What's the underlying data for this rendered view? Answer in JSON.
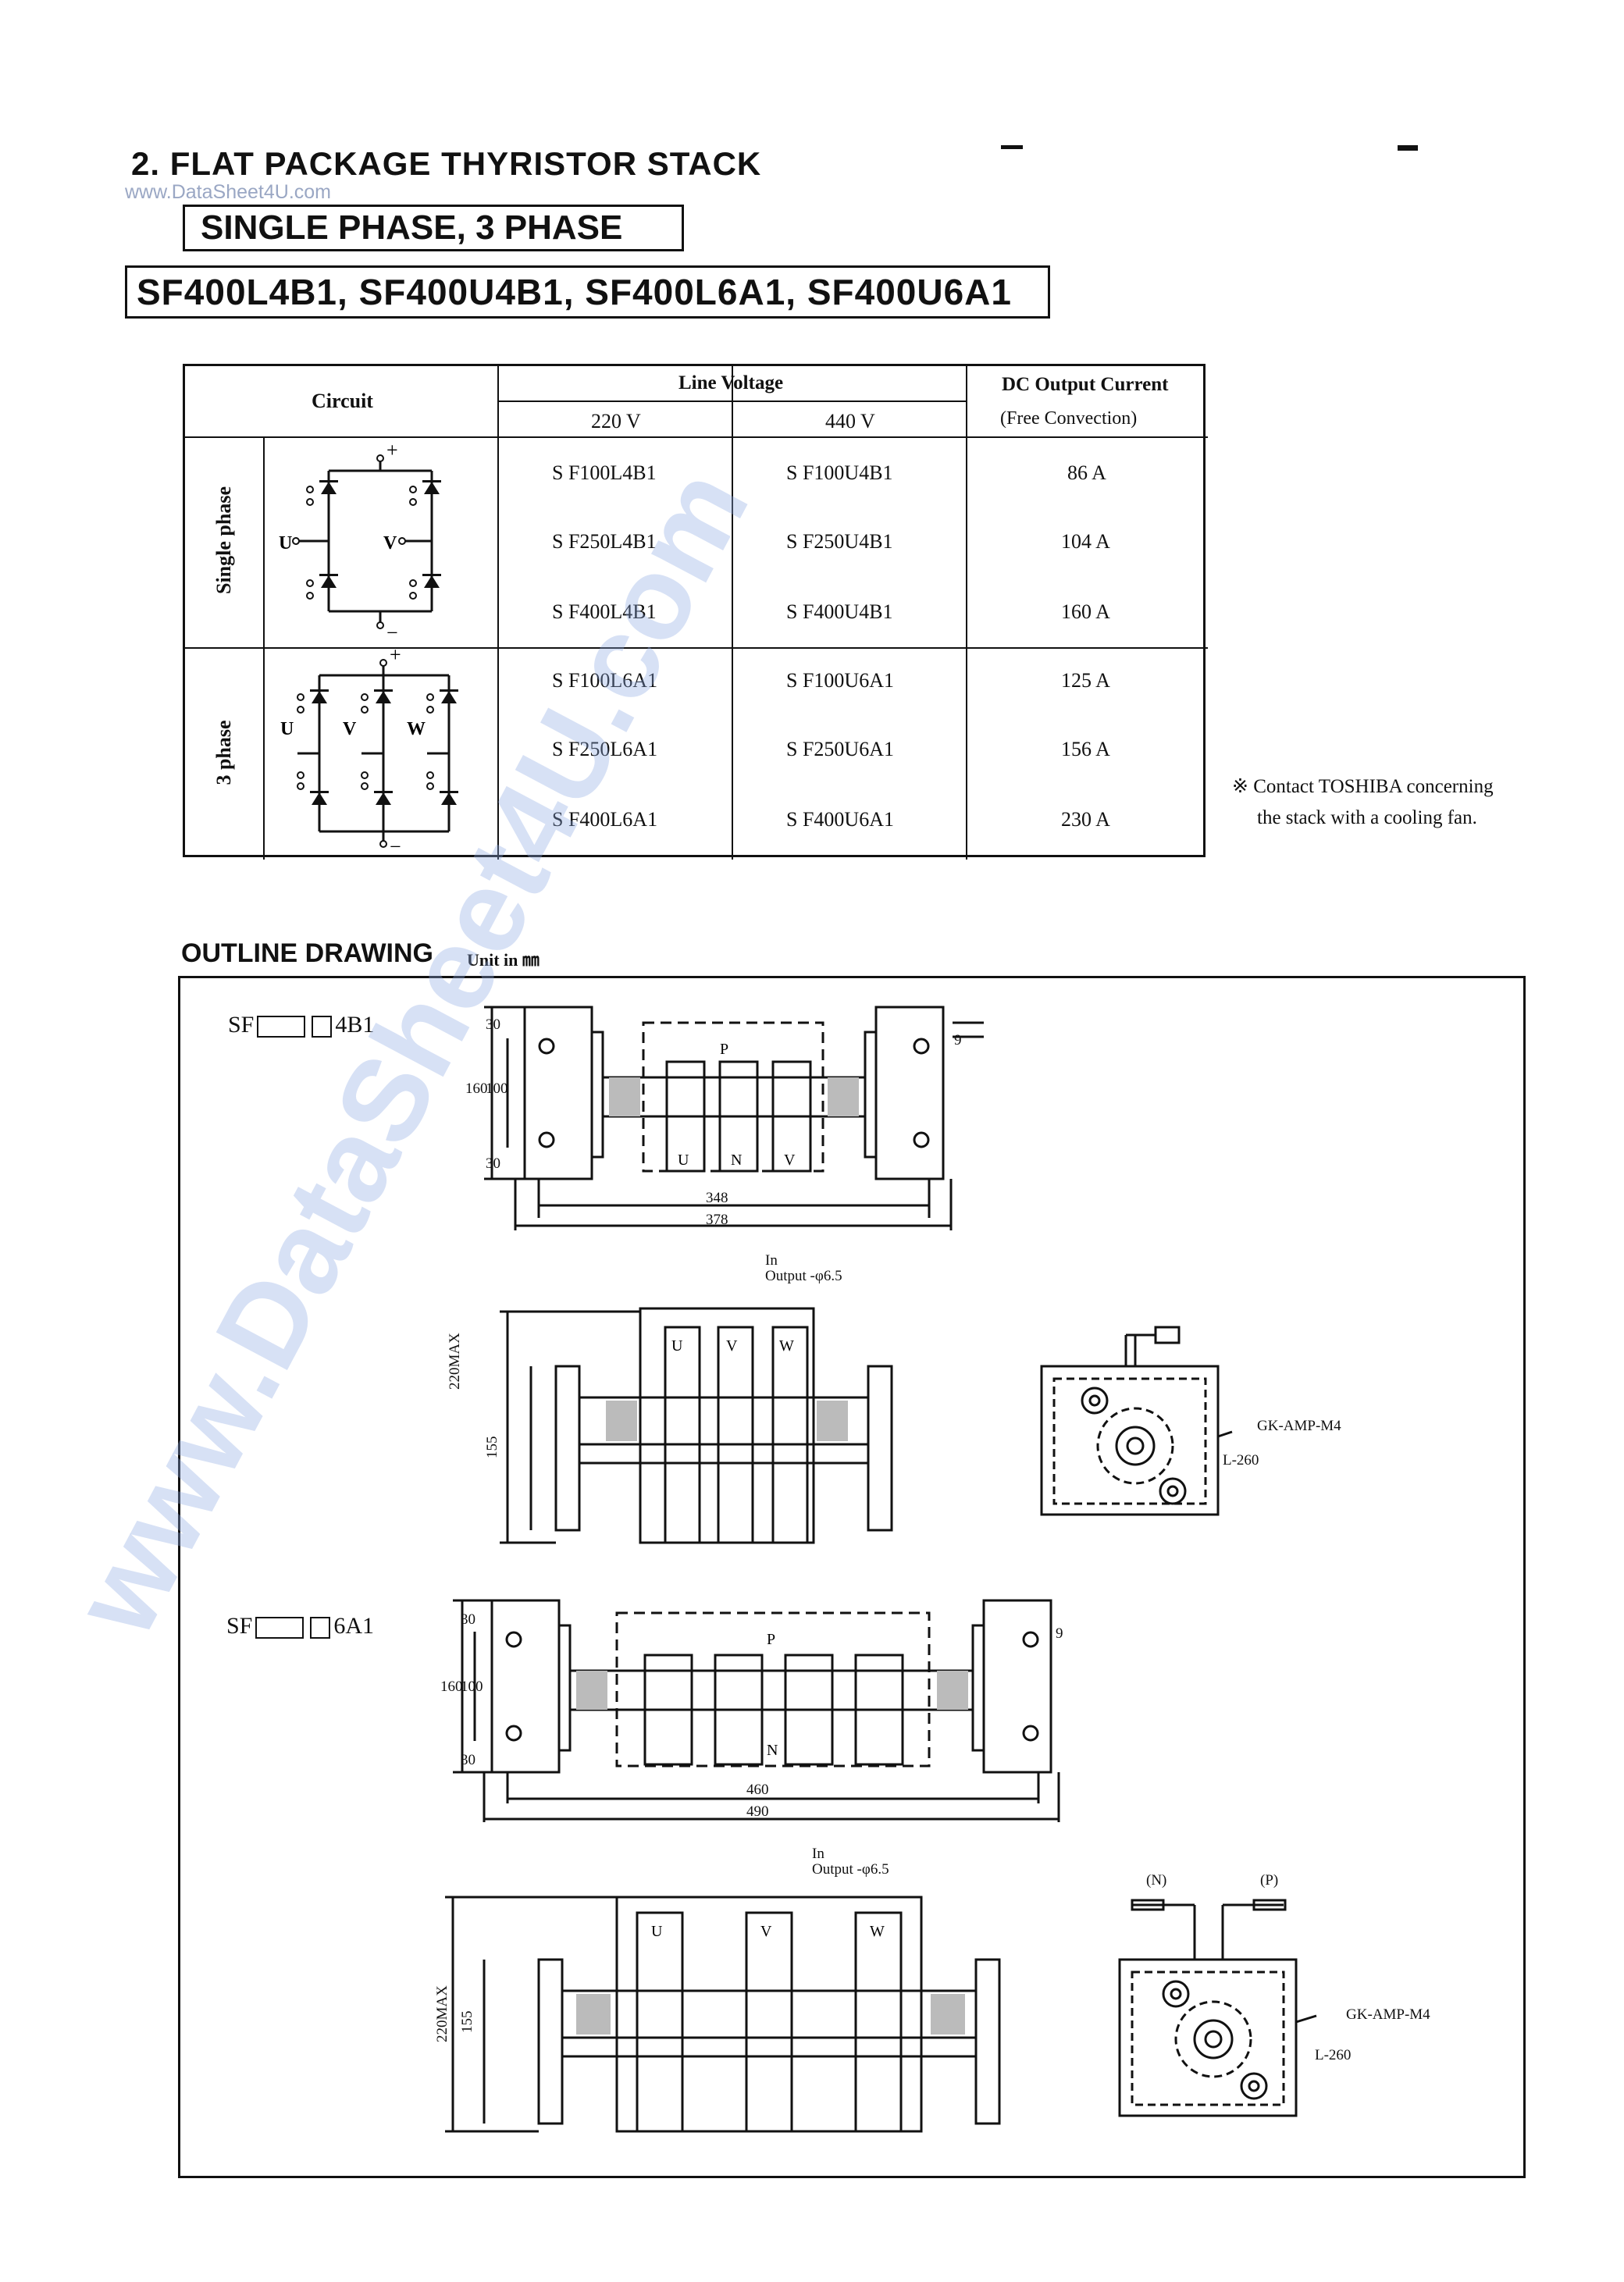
{
  "section": {
    "title": "2.  FLAT PACKAGE THYRISTOR STACK",
    "watermark": "www.DataSheet4U.com"
  },
  "phase_box": "SINGLE PHASE, 3 PHASE",
  "models_box": "SF400L4B1,  SF400U4B1, SF400L6A1,   SF400U6A1",
  "table": {
    "circuit_header": "Circuit",
    "line_voltage_header": "Line Voltage",
    "v220": "220 V",
    "v440": "440 V",
    "dc_header": "DC Output Current",
    "dc_sub": "(Free Convection)",
    "single_label": "Single phase",
    "three_label": "3 phase",
    "single_rows": [
      {
        "a": "S F100L4B1",
        "b": "S F100U4B1",
        "c": "86 A"
      },
      {
        "a": "S F250L4B1",
        "b": "S F250U4B1",
        "c": "104 A"
      },
      {
        "a": "S F400L4B1",
        "b": "S F400U4B1",
        "c": "160 A"
      }
    ],
    "three_rows": [
      {
        "a": "S F100L6A1",
        "b": "S F100U6A1",
        "c": "125 A"
      },
      {
        "a": "S F250L6A1",
        "b": "S F250U6A1",
        "c": "156 A"
      },
      {
        "a": "S F400L6A1",
        "b": "S F400U6A1",
        "c": "230 A"
      }
    ],
    "plus": "+",
    "minus": "−",
    "u": "U",
    "v": "V",
    "w": "W"
  },
  "note": {
    "line1": "※ Contact TOSHIBA concerning",
    "line2": "the stack  with a cooling fan."
  },
  "outline": {
    "title": "OUTLINE DRAWING",
    "unit": "Unit in ㎜"
  },
  "drawings": {
    "label_4b1_prefix": "SF",
    "label_4b1_suffix": "4B1",
    "label_6a1_prefix": "SF",
    "label_6a1_suffix": "6A1",
    "dim_30a": "30",
    "dim_100a": "100",
    "dim_160a": "160",
    "dim_30b": "30",
    "dim_348": "348",
    "dim_378": "378",
    "dim_9a": "9",
    "dim_220max_a": "220MAX",
    "dim_155a": "155",
    "in_a": "In",
    "output_a": "Output -φ6.5",
    "gk_a": "GK-AMP-M4",
    "l260_a": "L-260",
    "dim_30c": "30",
    "dim_100b": "100",
    "dim_160b": "160",
    "dim_30d": "30",
    "dim_460": "460",
    "dim_490": "490",
    "dim_9b": "9",
    "dim_220max_b": "220MAX",
    "dim_155b": "155",
    "in_b": "In",
    "output_b": "Output -φ6.5",
    "gk_b": "GK-AMP-M4",
    "l260_b": "L-260",
    "n_label": "(N)",
    "p_label": "(P)",
    "p": "P",
    "n": "N",
    "u": "U",
    "v": "V",
    "w": "W"
  }
}
